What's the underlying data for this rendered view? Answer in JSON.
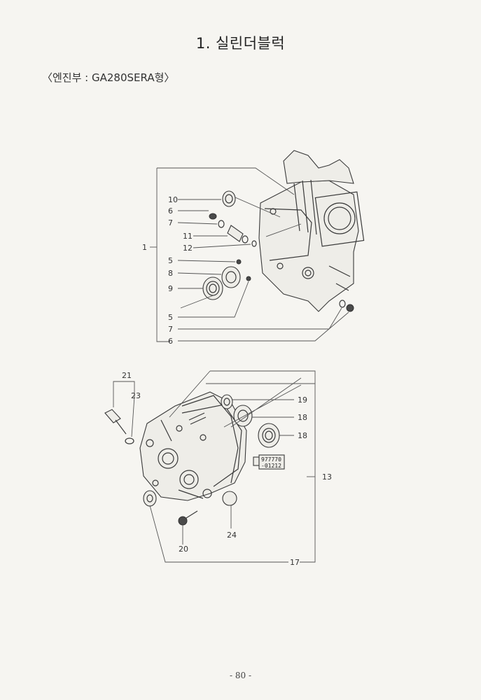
{
  "header": {
    "title": "1. 실린더블럭",
    "subtitle": "〈엔진부 : GA280SERA형〉"
  },
  "diagram": {
    "callouts_upper": [
      "10",
      "6",
      "7",
      "11",
      "12",
      "5",
      "8",
      "9",
      "1",
      "5",
      "7",
      "6"
    ],
    "callouts_lower": [
      "21",
      "23",
      "19",
      "18",
      "18",
      "13",
      "24",
      "20",
      "17"
    ],
    "sealant_tag": [
      "977770",
      "-01212"
    ]
  },
  "footer": {
    "page_number": "- 80 -"
  }
}
